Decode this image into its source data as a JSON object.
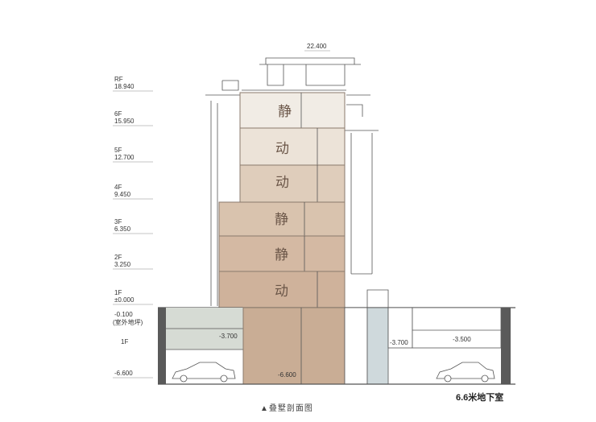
{
  "levels": [
    {
      "code": "RF",
      "elev": "18.940"
    },
    {
      "code": "6F",
      "elev": "15.950"
    },
    {
      "code": "5F",
      "elev": "12.700"
    },
    {
      "code": "4F",
      "elev": "9.450"
    },
    {
      "code": "3F",
      "elev": "6.350"
    },
    {
      "code": "2F",
      "elev": "3.250"
    },
    {
      "code": "1F",
      "elev": "±0.000"
    }
  ],
  "outdoor": {
    "elev": "-0.100",
    "note": "(室外地坪)"
  },
  "basement_floor_label": "1F",
  "basement_level": "-6.600",
  "top_elev": "22.400",
  "room_labels": [
    {
      "floor": "6F",
      "text": "静"
    },
    {
      "floor": "5F",
      "text": "动"
    },
    {
      "floor": "4F",
      "text": "动"
    },
    {
      "floor": "3F",
      "text": "静"
    },
    {
      "floor": "2F",
      "text": "静"
    },
    {
      "floor": "1F",
      "text": "动"
    }
  ],
  "dims": {
    "left_mid": "-3.700",
    "center_bottom": "-6.600",
    "right_mid": "-3.700",
    "far_right": "-3.500"
  },
  "colors": {
    "floor6": "#f1ece5",
    "floor5": "#ece3d8",
    "floor4": "#dfcdbb",
    "floor3": "#d9c3ae",
    "floor2": "#d4b9a3",
    "floor1": "#cfb29b",
    "basement_core": "#c9ad95",
    "light_green": "#d6dbd4",
    "light_blue": "#cfd9dc"
  },
  "basement_caption": "6.6米地下室",
  "caption": "▲叠墅剖面图"
}
